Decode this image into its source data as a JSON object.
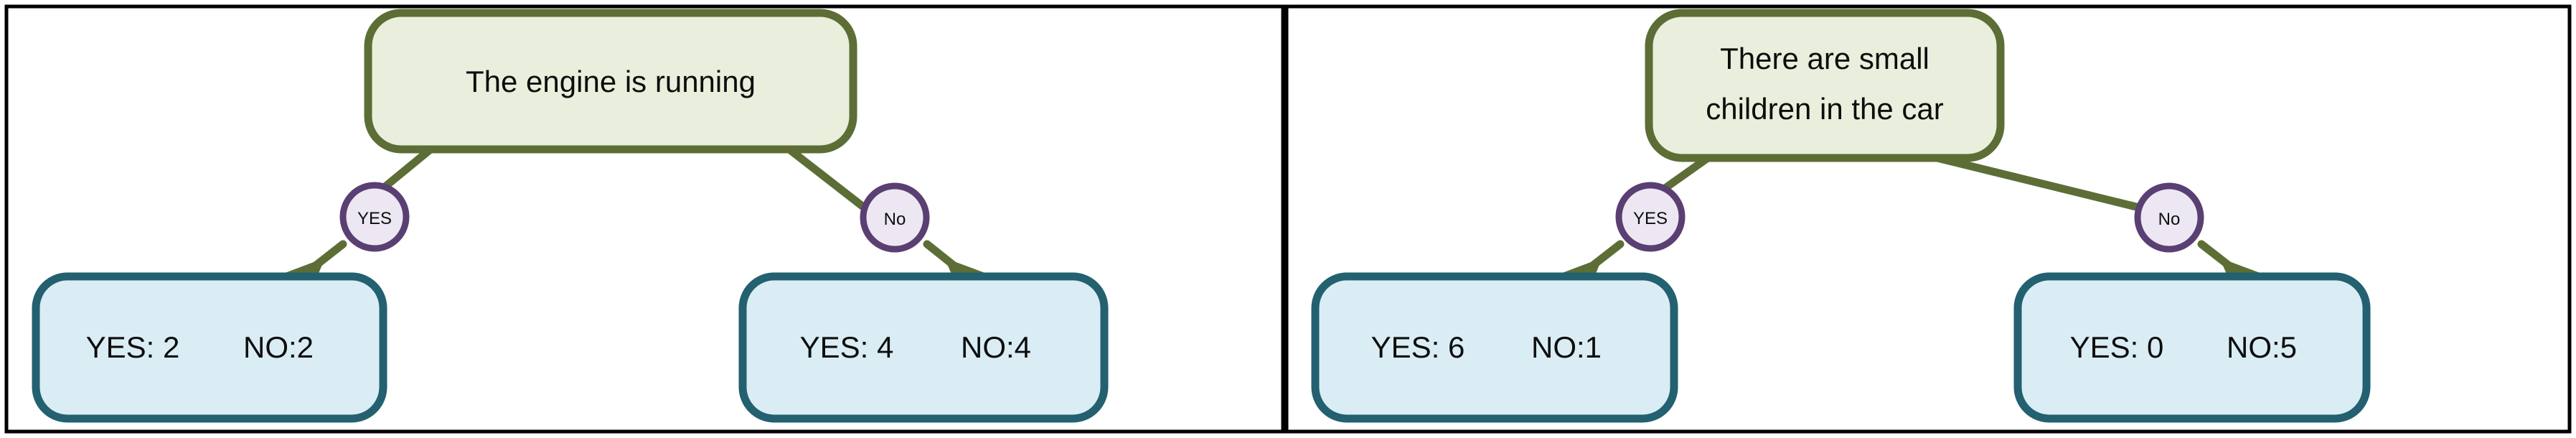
{
  "figure": {
    "type": "decision-tree-split-comparison",
    "panels": [
      {
        "id": "panel-left",
        "root": {
          "label": "The engine is running",
          "lines": [
            "The engine is running"
          ],
          "shape": "rounded-rect",
          "fill": "#e9efdc",
          "stroke": "#5c6e35"
        },
        "branches": [
          {
            "edge_label": "YES",
            "leaf": {
              "yes_label": "YES: 2",
              "no_label": "NO:2",
              "yes_count": 2,
              "no_count": 2
            }
          },
          {
            "edge_label": "No",
            "leaf": {
              "yes_label": "YES: 4",
              "no_label": "NO:4",
              "yes_count": 4,
              "no_count": 4
            }
          }
        ]
      },
      {
        "id": "panel-right",
        "root": {
          "label": "There are small children in the car",
          "lines": [
            "There are small",
            "children in the car"
          ],
          "shape": "rounded-rect",
          "fill": "#e9efdc",
          "stroke": "#5c6e35"
        },
        "branches": [
          {
            "edge_label": "YES",
            "leaf": {
              "yes_label": "YES: 6",
              "no_label": "NO:1",
              "yes_count": 6,
              "no_count": 1
            }
          },
          {
            "edge_label": "No",
            "leaf": {
              "yes_label": "YES: 0",
              "no_label": "NO:5",
              "yes_count": 0,
              "no_count": 5
            }
          }
        ]
      }
    ]
  },
  "colors": {
    "frame_border": "#000000",
    "question_fill": "#e9efdc",
    "question_stroke": "#5c6e35",
    "edge_line": "#5c6e35",
    "circle_fill": "#ece7f2",
    "circle_stroke": "#5a3f73",
    "leaf_fill": "#daedf4",
    "leaf_stroke": "#236070",
    "text": "#0d0d0d"
  }
}
